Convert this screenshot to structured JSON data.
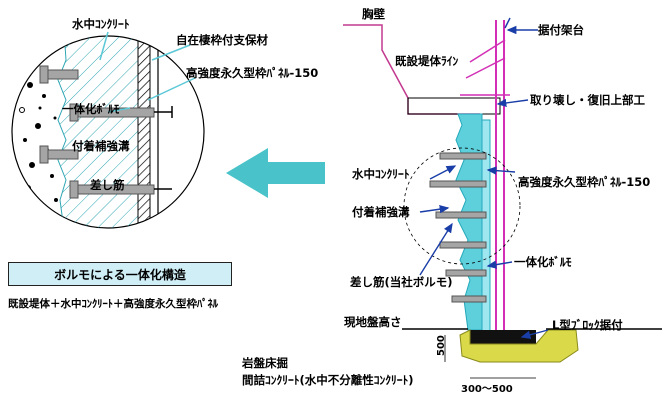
{
  "detail": {
    "underwater_concrete": "水中ｺﾝｸﾘｰﾄ",
    "self_supporting_frame": "自在棲枠付支保材",
    "permanent_panel": "高強度永久型枠ﾊﾟﾈﾙ-150",
    "integration_bolt": "一体化ﾎﾞﾙﾓ",
    "anchor_groove": "付着補強溝",
    "rebar": "差し筋"
  },
  "caption": {
    "title": "ボルモによる一体化構造",
    "subtitle": "既設堤体＋水中ｺﾝｸﾘｰﾄ＋高強度永久型枠ﾊﾟﾈﾙ"
  },
  "section": {
    "parapet": "胸壁",
    "existing_dike_line": "既設堤体ﾗｲﾝ",
    "mounting_frame": "据付架台",
    "demolish_restore": "取り壊し・復旧上部工",
    "underwater_concrete": "水中ｺﾝｸﾘｰﾄ",
    "permanent_panel": "高強度永久型枠ﾊﾟﾈﾙ-150",
    "anchor_groove": "付着補強溝",
    "integration_bolt": "一体化ﾎﾞﾙﾓ",
    "rebar_own_bolmo": "差し筋(当社ボルモ)",
    "ground_level": "現地盤高さ",
    "l_block": "L型ﾌﾞﾛｯｸ据付",
    "rock_excavation": "岩盤床掘",
    "fill_concrete": "間詰ｺﾝｸﾘｰﾄ(水中不分離性ｺﾝｸﾘｰﾄ)",
    "dim_500": "500",
    "dim_300_500": "300～500"
  },
  "colors": {
    "concrete": "#5ed0dc",
    "concrete_dark": "#23a9bb",
    "panel": "#9ee6f0",
    "arrow": "#49c3c9",
    "bolt": "#a5a5a5",
    "frame": "#d22fb6",
    "callout": "#1a3ea8",
    "grout": "#d9d94a",
    "caption_bg": "#cfeef6"
  }
}
